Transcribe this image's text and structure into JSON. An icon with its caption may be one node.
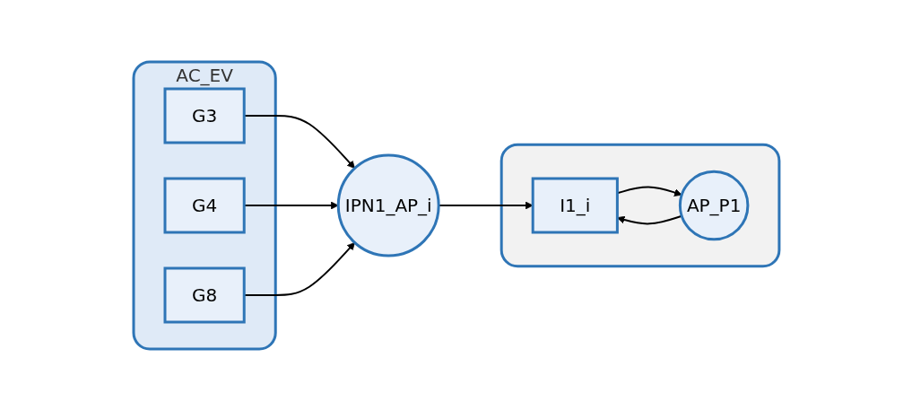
{
  "diagram": {
    "nodes": [
      {
        "text": [
          "AC_EV"
        ]
      },
      {
        "text": [
          "G3"
        ],
        "in": 0
      },
      {
        "text": [
          "G4"
        ],
        "in": 0
      },
      {
        "text": [
          "G8"
        ],
        "in": 0
      },
      {
        "text": [
          "IPN1_AP_i"
        ]
      },
      {
        "text": [],
        "shape": "box"
      },
      {
        "text": [
          "I1_i"
        ],
        "in": 5
      },
      {
        "text": [
          "AP_P1"
        ],
        "in": 5
      }
    ],
    "edges": [
      {
        "from": 1,
        "to": 4,
        "arrow": "to"
      },
      {
        "from": 2,
        "to": 4,
        "arrow": "to"
      },
      {
        "from": 3,
        "to": 4,
        "arrow": "to"
      },
      {
        "from": 4,
        "to": 6,
        "arrow": "to"
      },
      {
        "from": 7,
        "to": 6,
        "arrow": "to"
      },
      {
        "from": 6,
        "to": 7,
        "arrow": "to"
      }
    ]
  }
}
